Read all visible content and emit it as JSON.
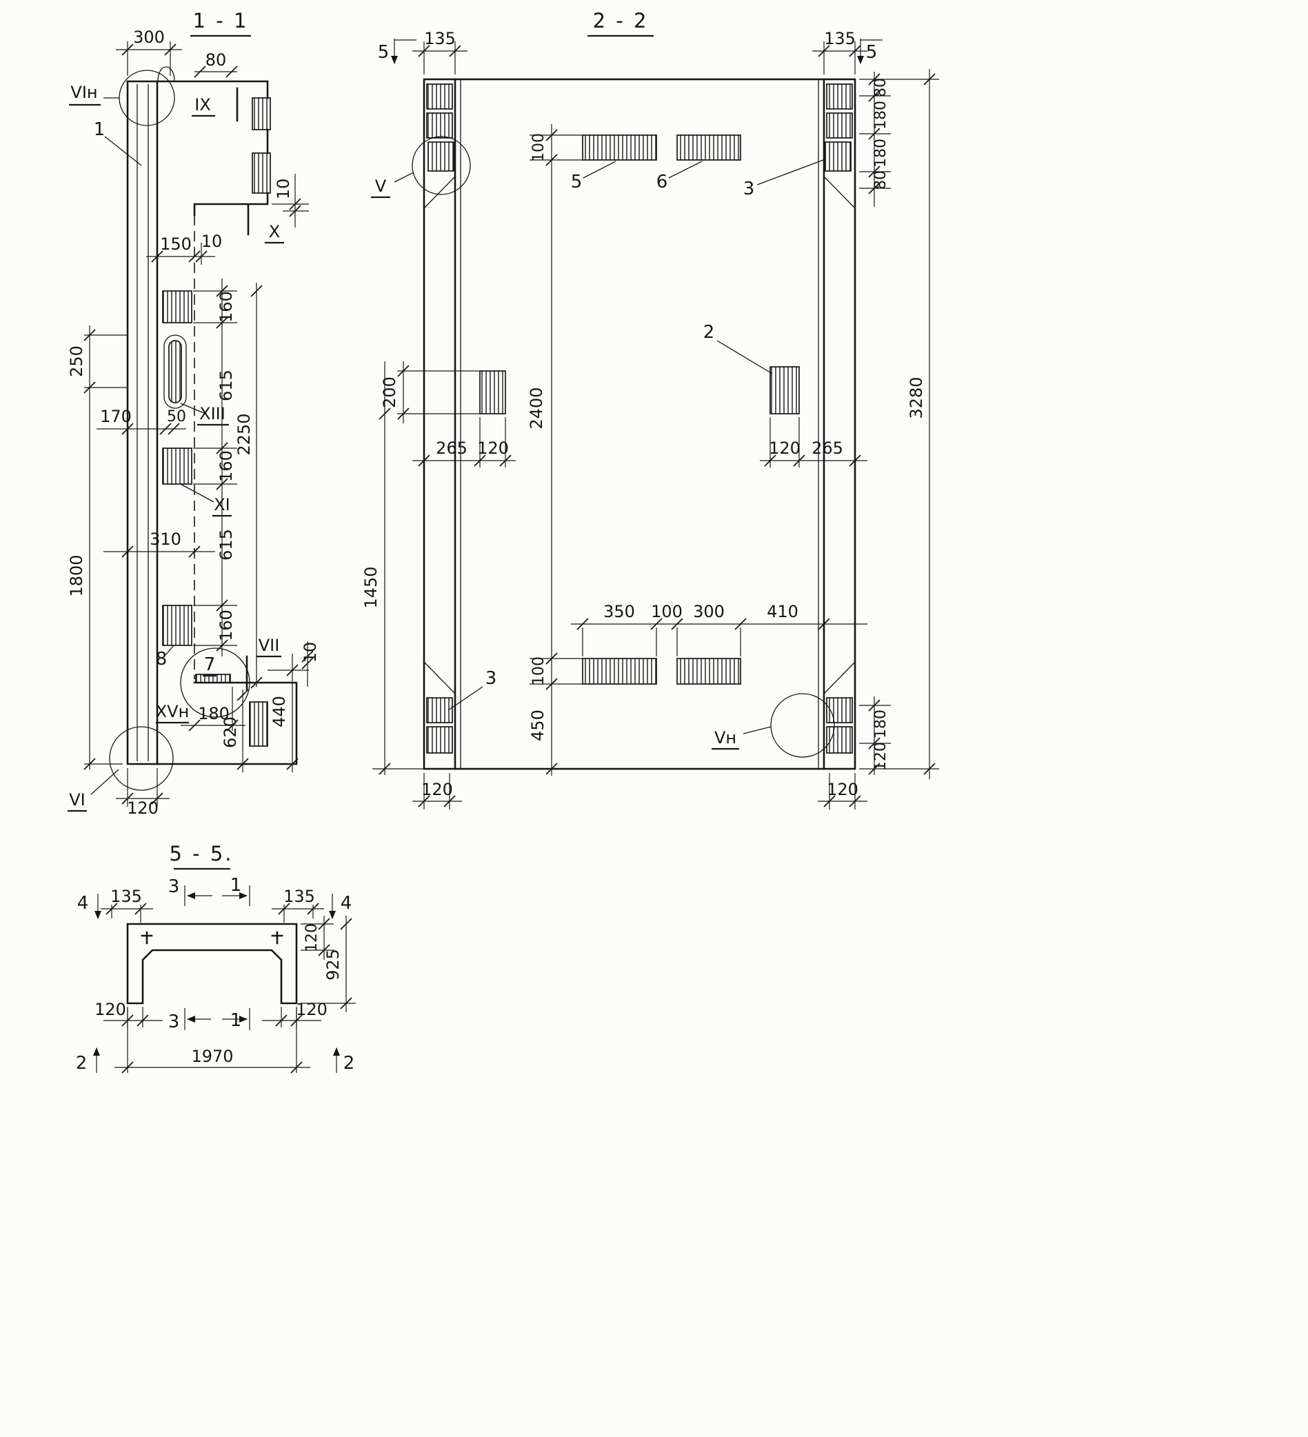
{
  "meta": {
    "paper_color": "#fcfcf9",
    "ink_color": "#161616",
    "hatch_style": "vertical-lines"
  },
  "section_1_1": {
    "title": "1 - 1",
    "d300": "300",
    "d80": "80",
    "d10_head": "10",
    "d150": "150",
    "d10_gap": "10",
    "d160_a": "160",
    "d615_a": "615",
    "d160_b": "160",
    "d615_b": "615",
    "d160_c": "160",
    "d2250": "2250",
    "d250": "250",
    "d1800": "1800",
    "d170": "170",
    "d50": "50",
    "d310": "310",
    "d180": "180",
    "d440": "440",
    "d620": "620",
    "d120": "120",
    "d10_foot": "10",
    "lbl_vi_n": "VIн",
    "lbl_ix": "IX",
    "lbl_x": "X",
    "lbl_xiii": "XIII",
    "lbl_xi": "XI",
    "lbl_vii": "VII",
    "lbl_xv_n": "XVн",
    "lbl_vi": "VI",
    "part_1": "1",
    "part_7": "7",
    "part_8": "8"
  },
  "section_2_2": {
    "title": "2 - 2",
    "marker_5_left": "5",
    "marker_5_right": "5",
    "d135_left": "135",
    "d135_right": "135",
    "d80_top1": "80",
    "d180_top1": "180",
    "d180_top2": "180",
    "d80_top2": "80",
    "d100_top": "100",
    "d3280": "3280",
    "d2400": "2400",
    "d200": "200",
    "d265_left": "265",
    "d120_left": "120",
    "d120_right": "120",
    "d265_right": "265",
    "d1450": "1450",
    "d350": "350",
    "d100_mid": "100",
    "d300": "300",
    "d410": "410",
    "d100_bot": "100",
    "d450": "450",
    "d180_bot": "180",
    "d120_bot": "120",
    "d120_bl": "120",
    "d120_br": "120",
    "lbl_v": "V",
    "lbl_v_n": "Vн",
    "part_5": "5",
    "part_6": "6",
    "part_3_top": "3",
    "part_2": "2",
    "part_3_bot": "3"
  },
  "section_5_5": {
    "title": "5 - 5.",
    "marker_4_left": "4",
    "marker_4_right": "4",
    "marker_2_left": "2",
    "marker_2_right": "2",
    "d135_left": "135",
    "d135_right": "135",
    "mark_3_top": "3",
    "mark_1_top": "1",
    "mark_3_bot": "3",
    "mark_1_bot": "1",
    "d120_flange": "120",
    "d925": "925",
    "d120_bl": "120",
    "d120_br": "120",
    "d1970": "1970"
  }
}
